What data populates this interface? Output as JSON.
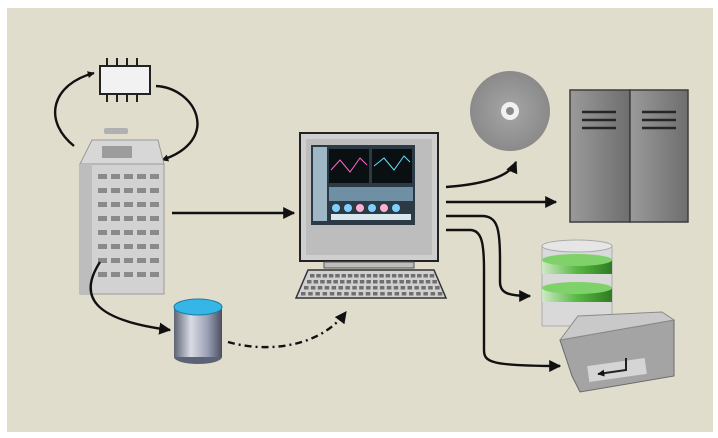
{
  "diagram": {
    "colors": {
      "frame": "#ffffff",
      "background": "#e1ddcd",
      "arrow": "#111111",
      "device_light": "#d4d4d4",
      "device_mid": "#a8a8a8",
      "device_dark": "#6f6f6f",
      "server_body": "#8c8c8c",
      "screen_bg": "#2b3a44",
      "db_blue_top": "#35b6e6",
      "storage_green": "#5fbf48"
    },
    "components": [
      {
        "id": "chip",
        "icon": "microchip-icon"
      },
      {
        "id": "controller",
        "icon": "rack-controller-icon"
      },
      {
        "id": "database",
        "icon": "database-cylinder-icon"
      },
      {
        "id": "workstation",
        "icon": "computer-workstation-icon"
      },
      {
        "id": "disc",
        "icon": "optical-disc-icon"
      },
      {
        "id": "server",
        "icon": "server-tower-icon"
      },
      {
        "id": "storage",
        "icon": "green-storage-drive-icon"
      },
      {
        "id": "printer",
        "icon": "printer-icon"
      }
    ],
    "connections": [
      {
        "from": "chip",
        "to": "controller",
        "style": "solid"
      },
      {
        "from": "controller",
        "to": "chip",
        "style": "solid"
      },
      {
        "from": "controller",
        "to": "workstation",
        "style": "solid"
      },
      {
        "from": "controller",
        "to": "database",
        "style": "solid"
      },
      {
        "from": "database",
        "to": "workstation",
        "style": "dash-dot"
      },
      {
        "from": "workstation",
        "to": "disc",
        "style": "solid"
      },
      {
        "from": "workstation",
        "to": "server",
        "style": "solid"
      },
      {
        "from": "workstation",
        "to": "storage",
        "style": "solid"
      },
      {
        "from": "workstation",
        "to": "printer",
        "style": "solid"
      }
    ]
  }
}
